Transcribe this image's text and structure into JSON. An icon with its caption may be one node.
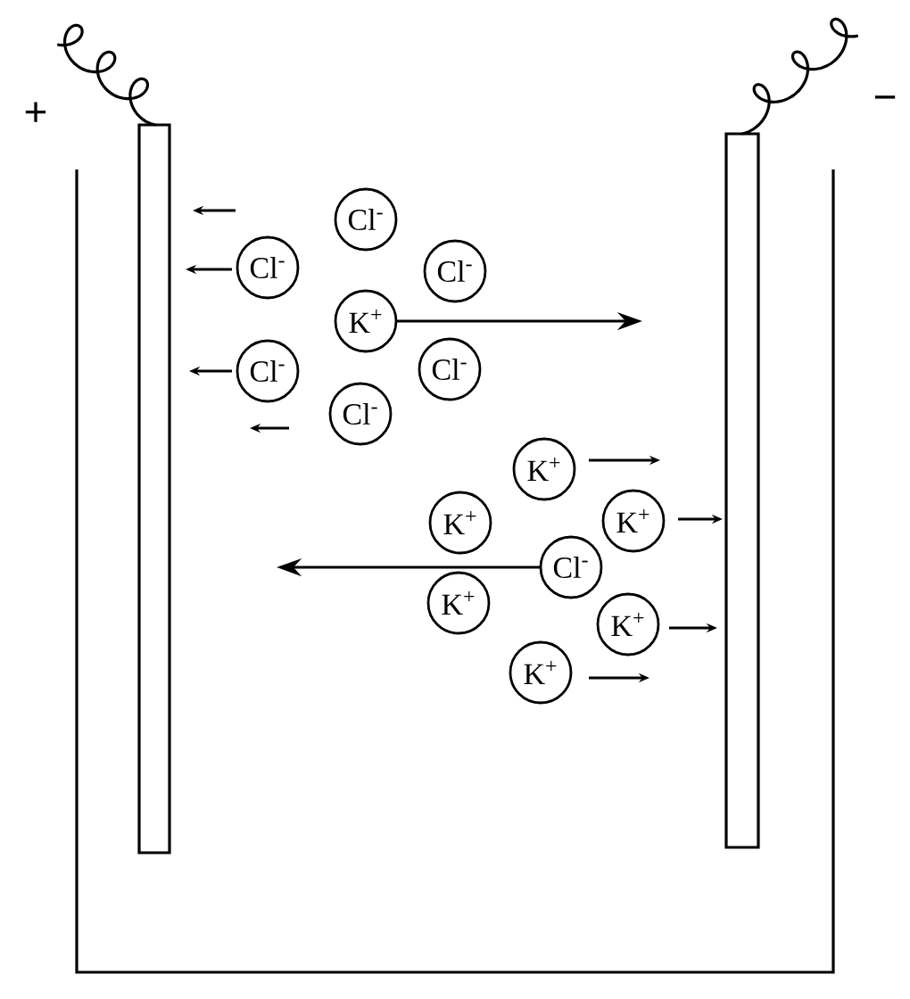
{
  "diagram": {
    "nodes": [
      {
        "text": [
          "Cl$^{-}$"
        ]
      },
      {
        "text": [
          "Cl$^{-}$"
        ]
      },
      {
        "text": [
          "Cl$^{-}$"
        ]
      },
      {
        "text": [
          "K$^{+}$"
        ]
      },
      {
        "text": [
          "Cl$^{-}$"
        ]
      },
      {
        "text": [
          "Cl$^{-}$"
        ]
      },
      {
        "text": [
          "Cl$^{-}$"
        ]
      },
      {
        "text": [
          "K$^{+}$"
        ]
      },
      {
        "text": [
          "K$^{+}$"
        ]
      },
      {
        "text": [
          "K$^{+}$"
        ]
      },
      {
        "text": [
          "Cl$^{-}$"
        ]
      },
      {
        "text": [
          "K$^{+}$"
        ]
      },
      {
        "text": [
          "K$^{+}$"
        ]
      },
      {
        "text": [
          "K$^{+}$"
        ]
      }
    ],
    "labels": [
      "+",
      "−"
    ]
  }
}
